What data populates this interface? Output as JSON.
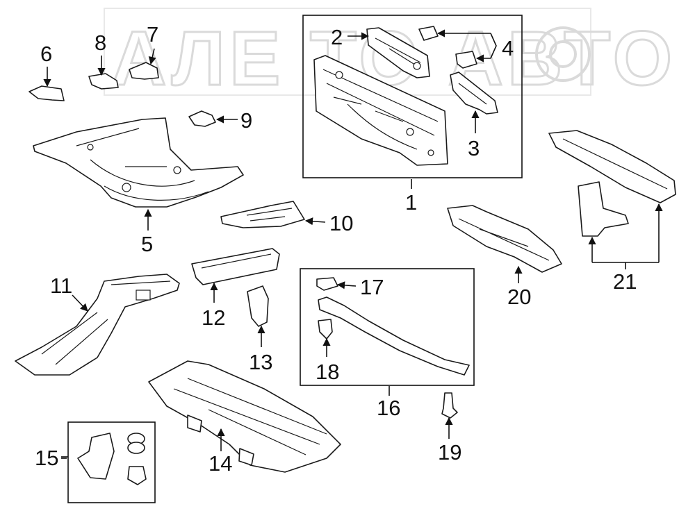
{
  "watermark": "АЛЕ ТО АВТО",
  "callouts": {
    "c1": "1",
    "c2": "2",
    "c3": "3",
    "c4": "4",
    "c5": "5",
    "c6": "6",
    "c7": "7",
    "c8": "8",
    "c9": "9",
    "c10": "10",
    "c11": "11",
    "c12": "12",
    "c13": "13",
    "c14": "14",
    "c15": "15",
    "c16": "16",
    "c17": "17",
    "c18": "18",
    "c19": "19",
    "c20": "20",
    "c21": "21"
  }
}
